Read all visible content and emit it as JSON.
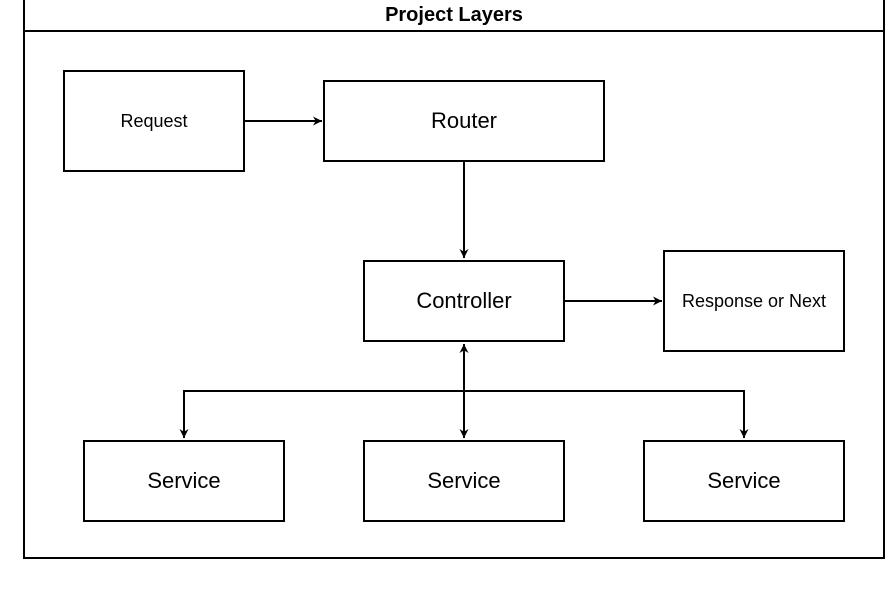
{
  "diagram": {
    "title": "Project Layers",
    "nodes": {
      "request": "Request",
      "router": "Router",
      "controller": "Controller",
      "response": "Response or Next",
      "service_left": "Service",
      "service_middle": "Service",
      "service_right": "Service"
    },
    "edges": [
      {
        "from": "request",
        "to": "router",
        "direction": "forward"
      },
      {
        "from": "router",
        "to": "controller",
        "direction": "forward"
      },
      {
        "from": "controller",
        "to": "response",
        "direction": "forward"
      },
      {
        "from": "controller",
        "to": "service_left",
        "direction": "both"
      },
      {
        "from": "controller",
        "to": "service_middle",
        "direction": "both"
      },
      {
        "from": "controller",
        "to": "service_right",
        "direction": "both"
      }
    ]
  }
}
